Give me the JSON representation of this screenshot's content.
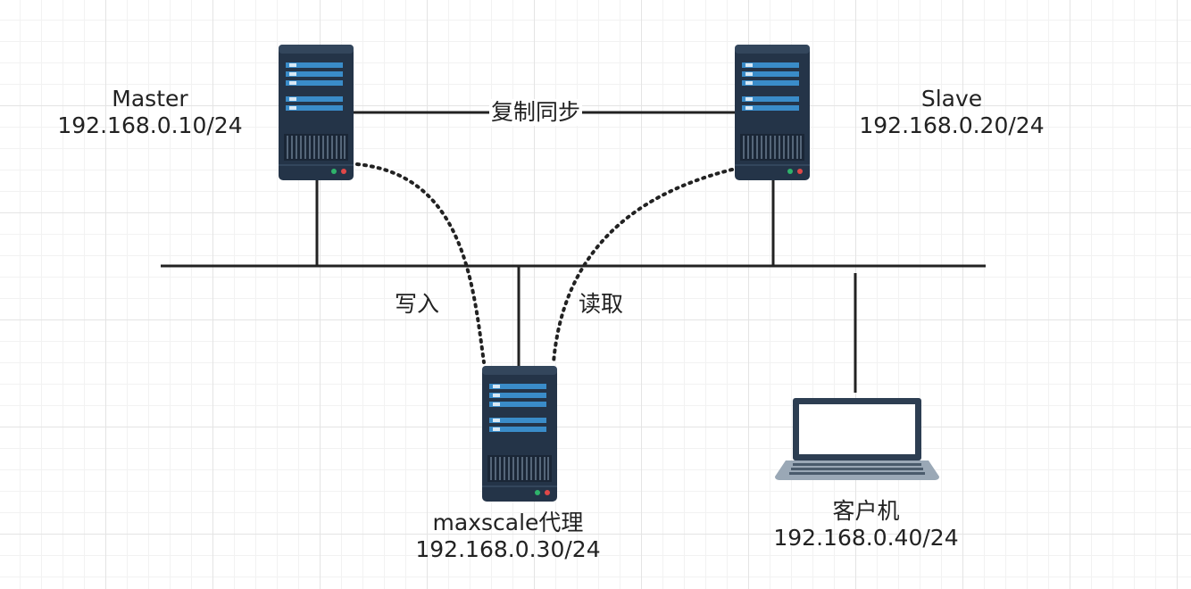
{
  "nodes": {
    "master": {
      "name": "Master",
      "ip": "192.168.0.10/24"
    },
    "slave": {
      "name": "Slave",
      "ip": "192.168.0.20/24"
    },
    "proxy": {
      "name": "maxscale代理",
      "ip": "192.168.0.30/24"
    },
    "client": {
      "name": "客户机",
      "ip": "192.168.0.40/24"
    }
  },
  "edges": {
    "replication": "复制同步",
    "write": "写入",
    "read": "读取"
  },
  "colors": {
    "server_body": "#243448",
    "server_slot": "#3a8cc9",
    "line": "#222222",
    "led_green": "#2fb36b",
    "led_red": "#e04848",
    "laptop_frame": "#2d3e52",
    "laptop_base": "#9aa8b6"
  }
}
